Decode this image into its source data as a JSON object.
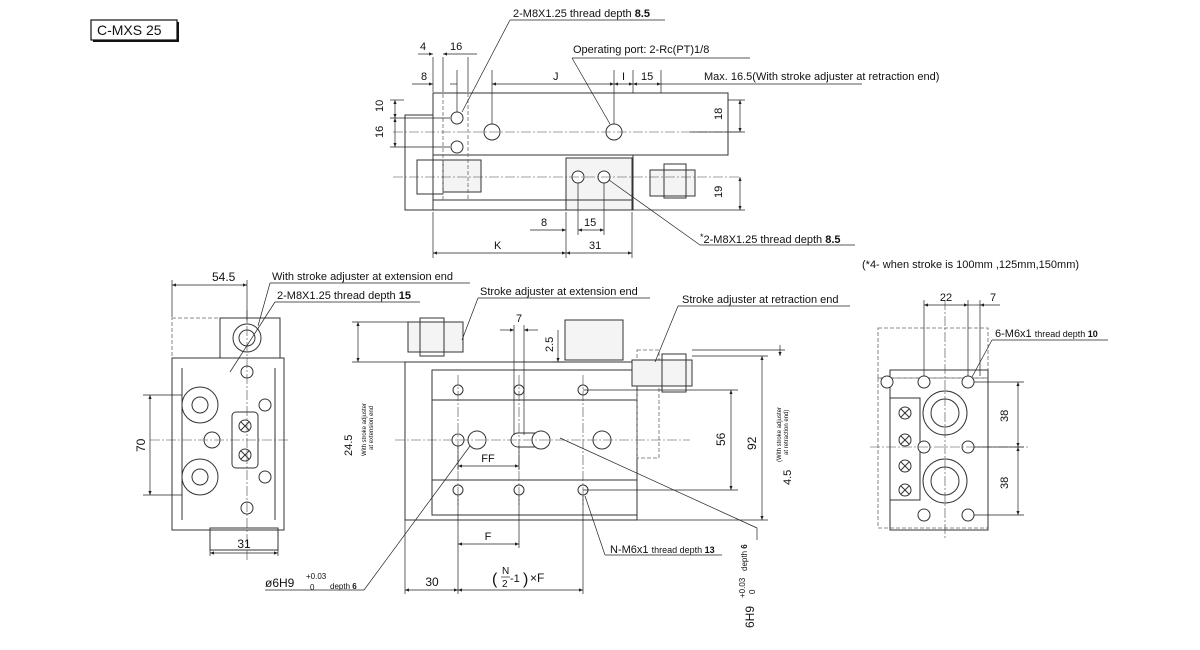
{
  "model_label": "C-MXS 25",
  "notes": {
    "stroke_note": "(*4- when stroke is 100mm ,125mm,150mm)"
  },
  "top_view": {
    "callout_thread_top": {
      "text": "2-M8X1.25 thread depth ",
      "bold": "8.5"
    },
    "callout_port": "Operating port: 2-Rc(PT)1/8",
    "callout_max": "Max. 16.5(With stroke adjuster at retraction end)",
    "callout_thread_bottom": {
      "prefix": "*",
      "text": "2-M8X1.25 thread depth ",
      "bold": "8.5"
    },
    "dims": {
      "d4": "4",
      "d16_top": "16",
      "d8_top": "8",
      "dJ": "J",
      "dI": "I",
      "d15_top": "15",
      "d10": "10",
      "d16_left": "16",
      "d18": "18",
      "d19": "19",
      "d8_bottom": "8",
      "d15_bottom": "15",
      "dK": "K",
      "d31": "31"
    }
  },
  "left_view": {
    "callout_adjuster": "With stroke adjuster at extension end",
    "callout_thread": {
      "text": "2-M8X1.25 thread depth ",
      "bold": "15"
    },
    "dims": {
      "d54_5": "54.5",
      "d70": "70",
      "d31": "31"
    }
  },
  "front_view": {
    "callout_ext": "Stroke adjuster at extension end",
    "callout_ret": "Stroke adjuster at retraction end",
    "callout_nm6": {
      "text": "N-M6x1 ",
      "small": "thread depth ",
      "bold": "13"
    },
    "callout_phi": {
      "text": "ø6H9",
      "sup": "+0.03",
      "sub": "0",
      "small": "depth ",
      "bold": "6"
    },
    "callout_h9": {
      "text": "6H9",
      "sup": "+0.03",
      "sub": "0",
      "small": "depth ",
      "bold": "6"
    },
    "formula": {
      "open": "(",
      "num": "N",
      "den": "2",
      "minus": "-1",
      "close": ")",
      "times": "×F"
    },
    "dims": {
      "d7": "7",
      "d2_5": "2.5",
      "d24_5": "24.5",
      "v_ext_1": "With stroke adjuster",
      "v_ext_2": "at extension end",
      "dFF": "FF",
      "d56": "56",
      "d92": "92",
      "d4_5": "4.5",
      "v_ret_1": "(With stroke adjuster",
      "v_ret_2": "at retraction end)",
      "dF": "F",
      "d30": "30"
    }
  },
  "right_view": {
    "callout_thread": {
      "text": "6-M6x1 ",
      "small": "thread depth ",
      "bold": "10"
    },
    "dims": {
      "d22": "22",
      "d7": "7",
      "d38_top": "38",
      "d38_bottom": "38"
    }
  }
}
